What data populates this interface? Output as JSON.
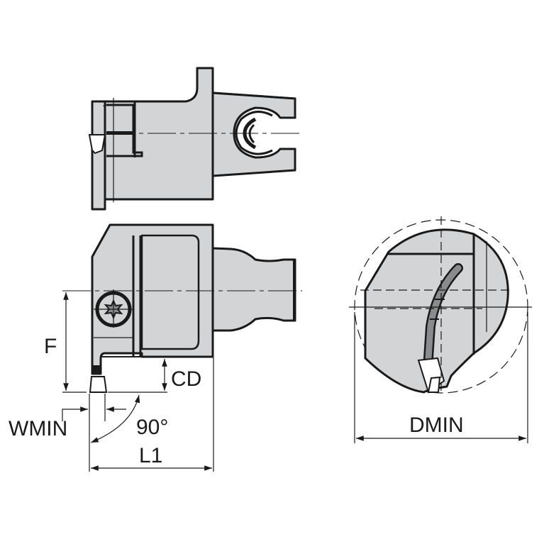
{
  "diagram": {
    "type": "technical-drawing",
    "subject": "grooving tool cutting unit / clamping unit",
    "views": [
      "top-view",
      "side-view",
      "end-view-circle"
    ],
    "colors": {
      "part_fill": "#d3d4d6",
      "outline": "#1a1a1a",
      "insert_dark": "#8a8b8e",
      "background": "#ffffff"
    }
  },
  "labels": {
    "f": "F",
    "cd": "CD",
    "wmin": "WMIN",
    "angle": "90°",
    "l1": "L1",
    "dmin": "DMIN"
  }
}
